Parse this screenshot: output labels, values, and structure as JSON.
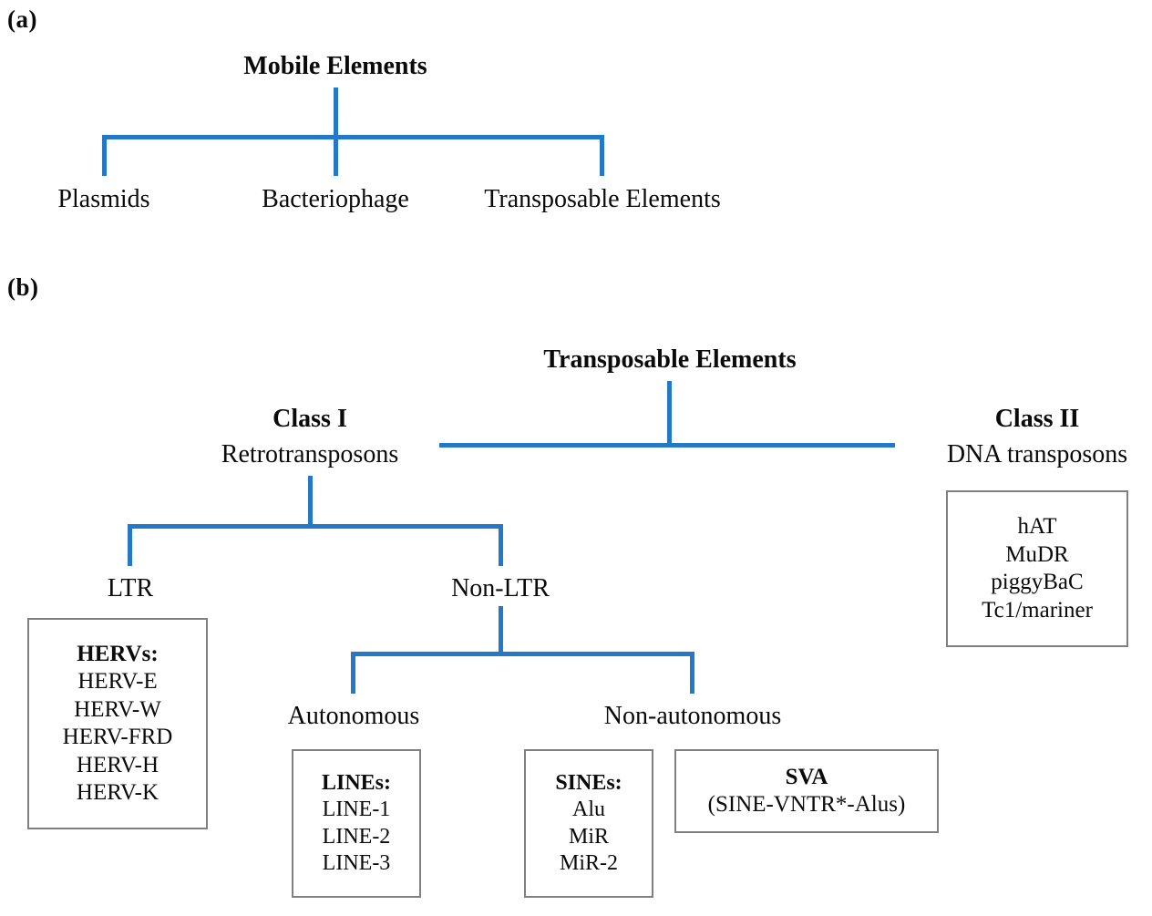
{
  "figure": {
    "style": {
      "connector_color": "#2478C8",
      "box_border_color": "#808080",
      "text_color": "#0a0a0a",
      "background": "#ffffff"
    }
  },
  "panel_a": {
    "letter": "(a)",
    "root": "Mobile Elements",
    "children": [
      {
        "label": "Plasmids"
      },
      {
        "label": "Bacteriophage"
      },
      {
        "label": "Transposable Elements"
      }
    ]
  },
  "panel_b": {
    "letter": "(b)",
    "root": "Transposable Elements",
    "class_i": {
      "title": "Class I",
      "subtitle": "Retrotransposons",
      "ltr": {
        "label": "LTR",
        "box": {
          "header": "HERVs:",
          "items": [
            "HERV-E",
            "HERV-W",
            "HERV-FRD",
            "HERV-H",
            "HERV-K"
          ]
        }
      },
      "non_ltr": {
        "label": "Non-LTR",
        "autonomous": {
          "label": "Autonomous",
          "box": {
            "header": "LINEs:",
            "items": [
              "LINE-1",
              "LINE-2",
              "LINE-3"
            ]
          }
        },
        "non_autonomous": {
          "label": "Non-autonomous",
          "sines_box": {
            "header": "SINEs:",
            "items": [
              "Alu",
              "MiR",
              "MiR-2"
            ]
          },
          "sva_box": {
            "header": "SVA",
            "items": [
              "(SINE-VNTR*-Alus)"
            ]
          }
        }
      }
    },
    "class_ii": {
      "title": "Class II",
      "subtitle": "DNA transposons",
      "box": {
        "items": [
          "hAT",
          "MuDR",
          "piggyBaC",
          "Tc1/mariner"
        ]
      }
    }
  }
}
